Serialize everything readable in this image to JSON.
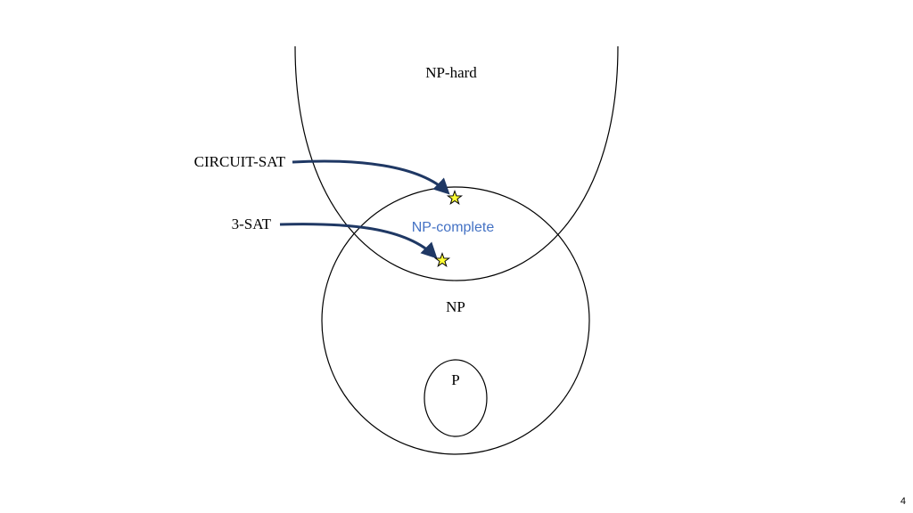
{
  "diagram": {
    "labels": {
      "np_hard": "NP-hard",
      "np_complete": "NP-complete",
      "np": "NP",
      "p": "P",
      "circuit_sat": "CIRCUIT-SAT",
      "three_sat": "3-SAT"
    },
    "colors": {
      "outline": "#000000",
      "np_complete_text": "#4472c4",
      "arrow": "#1f3864",
      "star_fill": "#ffff33",
      "star_stroke": "#000000"
    }
  },
  "slide": {
    "page_number": "4"
  }
}
